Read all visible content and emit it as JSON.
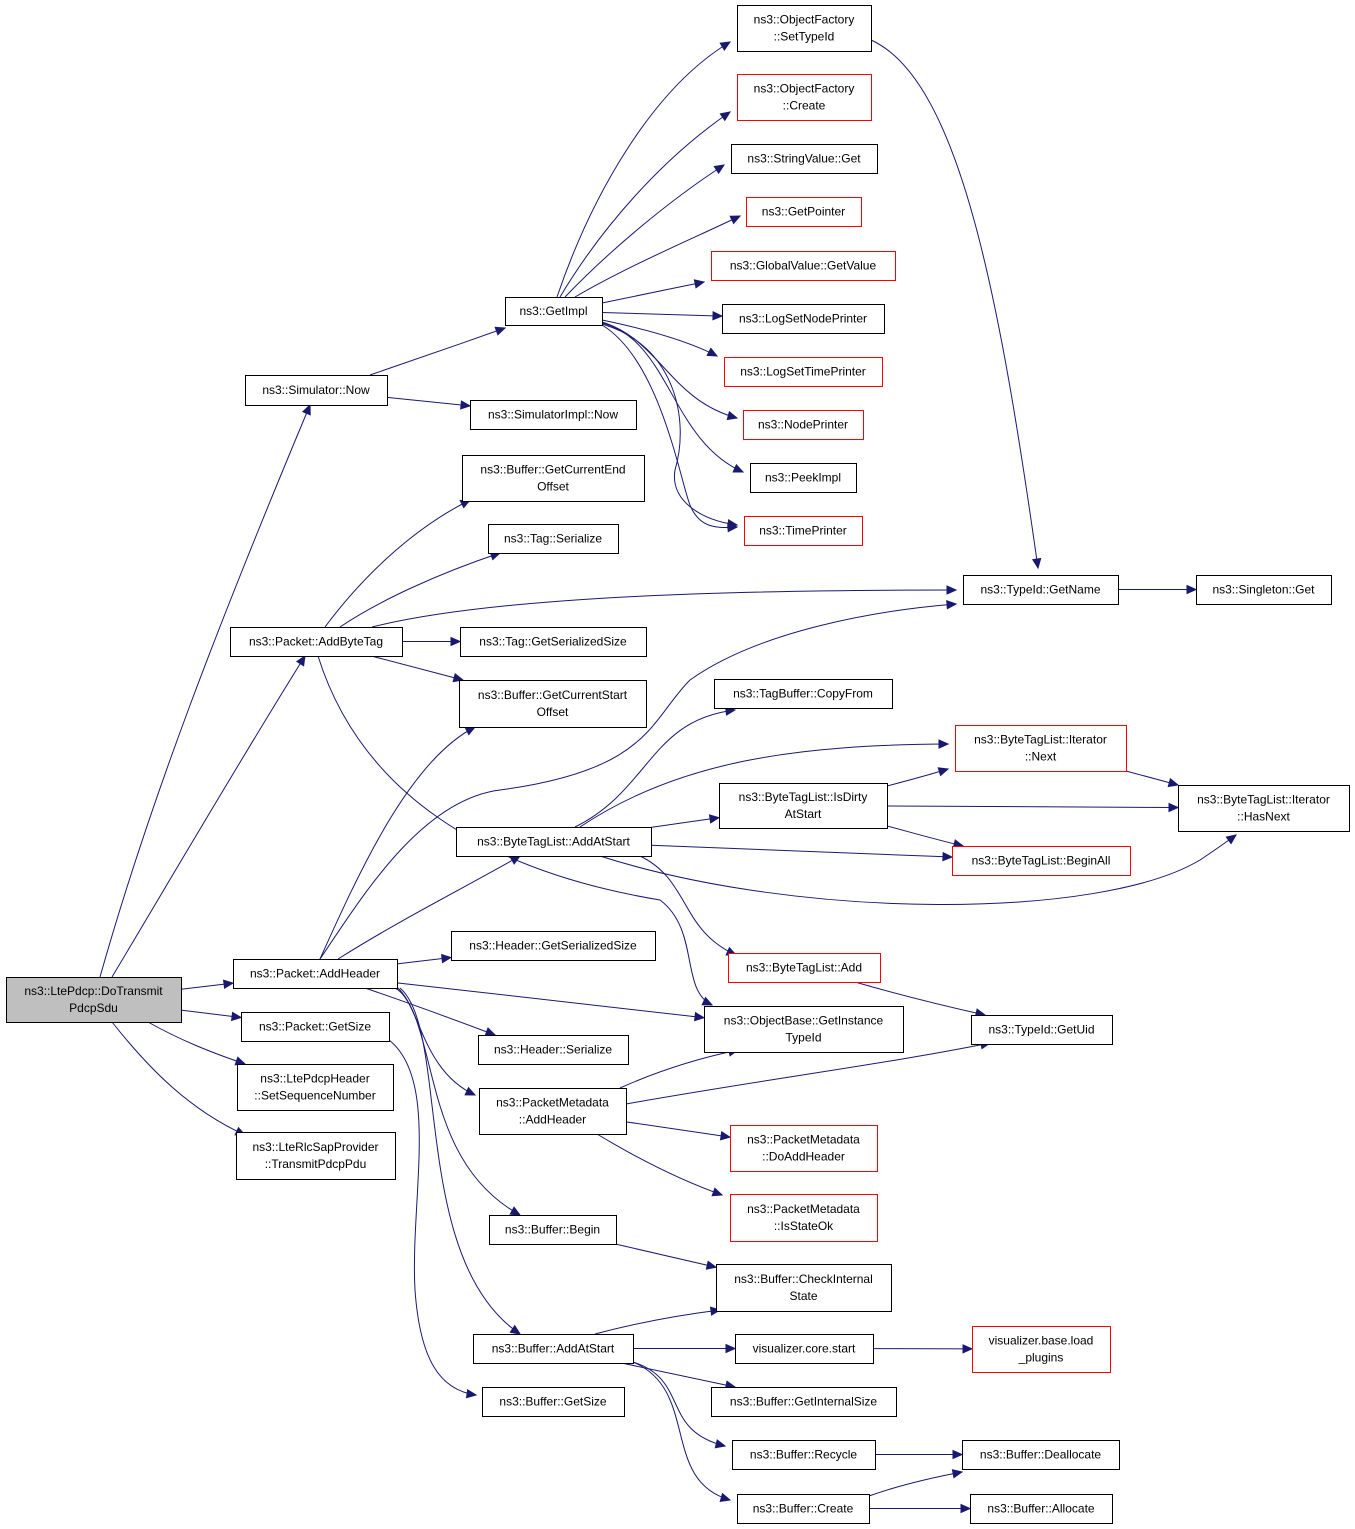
{
  "nodes": [
    {
      "id": "root",
      "lines": [
        "ns3::LtePdcp::DoTransmit",
        "PdcpSdu"
      ],
      "style": "root"
    },
    {
      "id": "simnow",
      "lines": [
        "ns3::Simulator::Now"
      ],
      "style": "normal"
    },
    {
      "id": "getimpl",
      "lines": [
        "ns3::GetImpl"
      ],
      "style": "normal"
    },
    {
      "id": "ofsettypeid",
      "lines": [
        "ns3::ObjectFactory",
        "::SetTypeId"
      ],
      "style": "normal"
    },
    {
      "id": "ofcreate",
      "lines": [
        "ns3::ObjectFactory",
        "::Create"
      ],
      "style": "red"
    },
    {
      "id": "svget",
      "lines": [
        "ns3::StringValue::Get"
      ],
      "style": "normal"
    },
    {
      "id": "getpointer",
      "lines": [
        "ns3::GetPointer"
      ],
      "style": "red"
    },
    {
      "id": "gvgetvalue",
      "lines": [
        "ns3::GlobalValue::GetValue"
      ],
      "style": "red"
    },
    {
      "id": "logsetnode",
      "lines": [
        "ns3::LogSetNodePrinter"
      ],
      "style": "normal"
    },
    {
      "id": "logsettime",
      "lines": [
        "ns3::LogSetTimePrinter"
      ],
      "style": "red"
    },
    {
      "id": "nodeprinter",
      "lines": [
        "ns3::NodePrinter"
      ],
      "style": "red"
    },
    {
      "id": "peekimpl",
      "lines": [
        "ns3::PeekImpl"
      ],
      "style": "normal"
    },
    {
      "id": "timeprinter",
      "lines": [
        "ns3::TimePrinter"
      ],
      "style": "red"
    },
    {
      "id": "simimplnow",
      "lines": [
        "ns3::SimulatorImpl::Now"
      ],
      "style": "normal"
    },
    {
      "id": "bufcurend",
      "lines": [
        "ns3::Buffer::GetCurrentEnd",
        "Offset"
      ],
      "style": "normal"
    },
    {
      "id": "tagser",
      "lines": [
        "ns3::Tag::Serialize"
      ],
      "style": "normal"
    },
    {
      "id": "typeidgetname",
      "lines": [
        "ns3::TypeId::GetName"
      ],
      "style": "normal"
    },
    {
      "id": "singletonget",
      "lines": [
        "ns3::Singleton::Get"
      ],
      "style": "normal"
    },
    {
      "id": "pktaddbytetag",
      "lines": [
        "ns3::Packet::AddByteTag"
      ],
      "style": "normal"
    },
    {
      "id": "taggetsersize",
      "lines": [
        "ns3::Tag::GetSerializedSize"
      ],
      "style": "normal"
    },
    {
      "id": "bufcurstart",
      "lines": [
        "ns3::Buffer::GetCurrentStart",
        "Offset"
      ],
      "style": "normal"
    },
    {
      "id": "tagbufcopy",
      "lines": [
        "ns3::TagBuffer::CopyFrom"
      ],
      "style": "normal"
    },
    {
      "id": "btliternext",
      "lines": [
        "ns3::ByteTagList::Iterator",
        "::Next"
      ],
      "style": "red"
    },
    {
      "id": "btlisdirty",
      "lines": [
        "ns3::ByteTagList::IsDirty",
        "AtStart"
      ],
      "style": "normal"
    },
    {
      "id": "btliterhasnext",
      "lines": [
        "ns3::ByteTagList::Iterator",
        "::HasNext"
      ],
      "style": "normal"
    },
    {
      "id": "btladdatstart",
      "lines": [
        "ns3::ByteTagList::AddAtStart"
      ],
      "style": "normal"
    },
    {
      "id": "btlbeginall",
      "lines": [
        "ns3::ByteTagList::BeginAll"
      ],
      "style": "red"
    },
    {
      "id": "hdrgetsersize",
      "lines": [
        "ns3::Header::GetSerializedSize"
      ],
      "style": "normal"
    },
    {
      "id": "btladd",
      "lines": [
        "ns3::ByteTagList::Add"
      ],
      "style": "red"
    },
    {
      "id": "pktaddheader",
      "lines": [
        "ns3::Packet::AddHeader"
      ],
      "style": "normal"
    },
    {
      "id": "objbasegetinst",
      "lines": [
        "ns3::ObjectBase::GetInstance",
        "TypeId"
      ],
      "style": "normal"
    },
    {
      "id": "typeidgetuid",
      "lines": [
        "ns3::TypeId::GetUid"
      ],
      "style": "normal"
    },
    {
      "id": "pktgetsize",
      "lines": [
        "ns3::Packet::GetSize"
      ],
      "style": "normal"
    },
    {
      "id": "hdrser",
      "lines": [
        "ns3::Header::Serialize"
      ],
      "style": "normal"
    },
    {
      "id": "pdcphdrsetseq",
      "lines": [
        "ns3::LtePdcpHeader",
        "::SetSequenceNumber"
      ],
      "style": "normal"
    },
    {
      "id": "pmaddheader",
      "lines": [
        "ns3::PacketMetadata",
        "::AddHeader"
      ],
      "style": "normal"
    },
    {
      "id": "pmdoaddheader",
      "lines": [
        "ns3::PacketMetadata",
        "::DoAddHeader"
      ],
      "style": "red"
    },
    {
      "id": "rlcsaptransmit",
      "lines": [
        "ns3::LteRlcSapProvider",
        "::TransmitPdcpPdu"
      ],
      "style": "normal"
    },
    {
      "id": "pmisstateok",
      "lines": [
        "ns3::PacketMetadata",
        "::IsStateOk"
      ],
      "style": "red"
    },
    {
      "id": "bufbegin",
      "lines": [
        "ns3::Buffer::Begin"
      ],
      "style": "normal"
    },
    {
      "id": "bufcheckint",
      "lines": [
        "ns3::Buffer::CheckInternal",
        "State"
      ],
      "style": "normal"
    },
    {
      "id": "visstart",
      "lines": [
        "visualizer.core.start"
      ],
      "style": "normal"
    },
    {
      "id": "visloadplugins",
      "lines": [
        "visualizer.base.load",
        "_plugins"
      ],
      "style": "red"
    },
    {
      "id": "bufaddatstart",
      "lines": [
        "ns3::Buffer::AddAtStart"
      ],
      "style": "normal"
    },
    {
      "id": "bufgetintsize",
      "lines": [
        "ns3::Buffer::GetInternalSize"
      ],
      "style": "normal"
    },
    {
      "id": "bufgetsize",
      "lines": [
        "ns3::Buffer::GetSize"
      ],
      "style": "normal"
    },
    {
      "id": "bufrecycle",
      "lines": [
        "ns3::Buffer::Recycle"
      ],
      "style": "normal"
    },
    {
      "id": "bufdealloc",
      "lines": [
        "ns3::Buffer::Deallocate"
      ],
      "style": "normal"
    },
    {
      "id": "bufcreate",
      "lines": [
        "ns3::Buffer::Create"
      ],
      "style": "normal"
    },
    {
      "id": "bufalloc",
      "lines": [
        "ns3::Buffer::Allocate"
      ],
      "style": "normal"
    }
  ],
  "edges": [
    [
      "root",
      "simnow"
    ],
    [
      "root",
      "pktaddbytetag"
    ],
    [
      "root",
      "pktaddheader"
    ],
    [
      "root",
      "pktgetsize"
    ],
    [
      "root",
      "pdcphdrsetseq"
    ],
    [
      "root",
      "rlcsaptransmit"
    ],
    [
      "simnow",
      "getimpl"
    ],
    [
      "simnow",
      "simimplnow"
    ],
    [
      "getimpl",
      "ofsettypeid"
    ],
    [
      "getimpl",
      "ofcreate"
    ],
    [
      "getimpl",
      "svget"
    ],
    [
      "getimpl",
      "getpointer"
    ],
    [
      "getimpl",
      "gvgetvalue"
    ],
    [
      "getimpl",
      "logsetnode"
    ],
    [
      "getimpl",
      "logsettime"
    ],
    [
      "getimpl",
      "nodeprinter"
    ],
    [
      "getimpl",
      "peekimpl"
    ],
    [
      "getimpl",
      "timeprinter"
    ],
    [
      "getimpl",
      "simnow"
    ],
    [
      "ofsettypeid",
      "typeidgetname"
    ],
    [
      "typeidgetname",
      "singletonget"
    ],
    [
      "pktaddbytetag",
      "bufcurend"
    ],
    [
      "pktaddbytetag",
      "tagser"
    ],
    [
      "pktaddbytetag",
      "typeidgetname"
    ],
    [
      "pktaddbytetag",
      "taggetsersize"
    ],
    [
      "pktaddbytetag",
      "bufcurstart"
    ],
    [
      "pktaddbytetag",
      "objbasegetinst"
    ],
    [
      "btladdatstart",
      "tagbufcopy"
    ],
    [
      "btladdatstart",
      "btliternext"
    ],
    [
      "btladdatstart",
      "btlisdirty"
    ],
    [
      "btladdatstart",
      "btlbeginall"
    ],
    [
      "btladdatstart",
      "btliterhasnext"
    ],
    [
      "btladdatstart",
      "btladd"
    ],
    [
      "btlisdirty",
      "btliternext"
    ],
    [
      "btlisdirty",
      "btliterhasnext"
    ],
    [
      "btlisdirty",
      "btlbeginall"
    ],
    [
      "btliternext",
      "btliterhasnext"
    ],
    [
      "btladd",
      "typeidgetuid"
    ],
    [
      "pktaddheader",
      "bufcurstart"
    ],
    [
      "pktaddheader",
      "typeidgetname"
    ],
    [
      "pktaddheader",
      "btladdatstart"
    ],
    [
      "pktaddheader",
      "hdrgetsersize"
    ],
    [
      "pktaddheader",
      "objbasegetinst"
    ],
    [
      "pktaddheader",
      "hdrser"
    ],
    [
      "pktaddheader",
      "pmaddheader"
    ],
    [
      "pktaddheader",
      "bufbegin"
    ],
    [
      "pktaddheader",
      "bufaddatstart"
    ],
    [
      "pktgetsize",
      "bufgetsize"
    ],
    [
      "pmaddheader",
      "objbasegetinst"
    ],
    [
      "pmaddheader",
      "typeidgetuid"
    ],
    [
      "pmaddheader",
      "pmdoaddheader"
    ],
    [
      "pmaddheader",
      "pmisstateok"
    ],
    [
      "bufbegin",
      "bufcheckint"
    ],
    [
      "bufaddatstart",
      "bufcheckint"
    ],
    [
      "bufaddatstart",
      "visstart"
    ],
    [
      "bufaddatstart",
      "bufgetintsize"
    ],
    [
      "bufaddatstart",
      "bufrecycle"
    ],
    [
      "bufaddatstart",
      "bufcreate"
    ],
    [
      "visstart",
      "visloadplugins"
    ],
    [
      "bufrecycle",
      "bufdealloc"
    ],
    [
      "bufcreate",
      "bufdealloc"
    ],
    [
      "bufcreate",
      "bufalloc"
    ]
  ],
  "colors": {
    "edge": "#191970",
    "red_border": "#ff0000",
    "root_fill": "#bfbfbf",
    "node_border": "#000000"
  }
}
